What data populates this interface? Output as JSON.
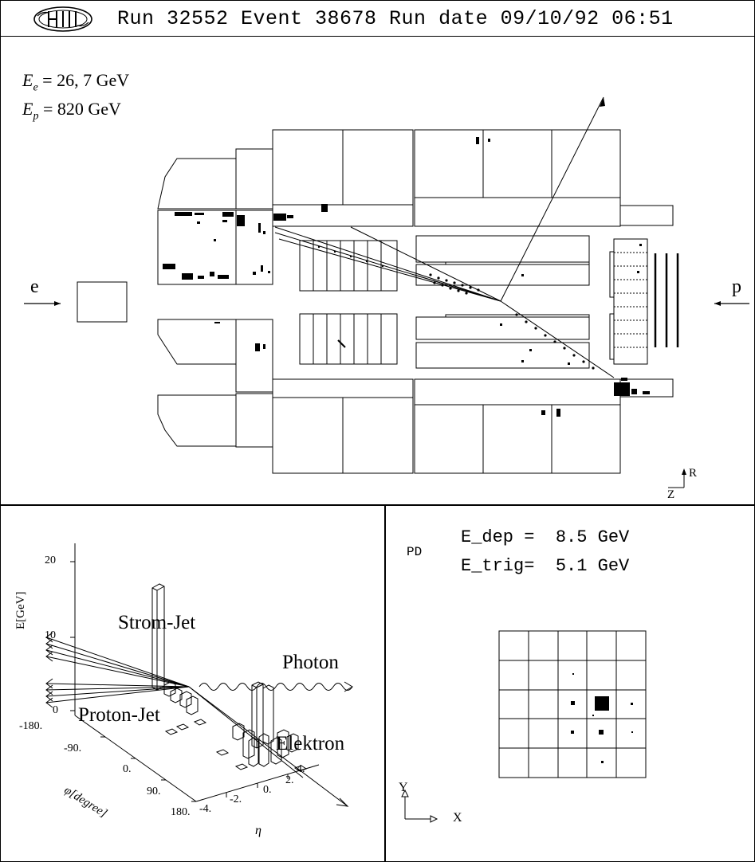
{
  "header": {
    "title": "Run 32552 Event 38678  Run date 09/10/92 06:51",
    "logo_text": "H1"
  },
  "beam": {
    "electron_energy": "26, 7 GeV",
    "proton_energy": "820 GeV",
    "electron_label": "e",
    "proton_label": "p",
    "electron_sym": "E",
    "electron_sub": "e",
    "proton_sym": "E",
    "proton_sub": "p",
    "eq": "="
  },
  "axes_main": {
    "z": "Z",
    "r": "R"
  },
  "lego": {
    "ylabel": "E[GeV]",
    "xlabel": "η",
    "philabel": "φ[degree]",
    "yticks": [
      "20",
      "10",
      "0"
    ],
    "phiticks": [
      "-180.",
      "-90.",
      "0.",
      "90.",
      "180."
    ],
    "etaticks": [
      "-4.",
      "-2.",
      "0.",
      "2.",
      "4."
    ],
    "annotations": [
      "Strom-Jet",
      "Photon",
      "Proton-Jet",
      "Elektron"
    ]
  },
  "pd": {
    "label": "PD",
    "edep_label": "E_dep =",
    "edep_value": "8.5 GeV",
    "etrig_label": "E_trig=",
    "etrig_value": "5.1 GeV",
    "axis_y": "Y",
    "axis_x": "X"
  },
  "colors": {
    "ink": "#000000",
    "paper": "#ffffff"
  }
}
